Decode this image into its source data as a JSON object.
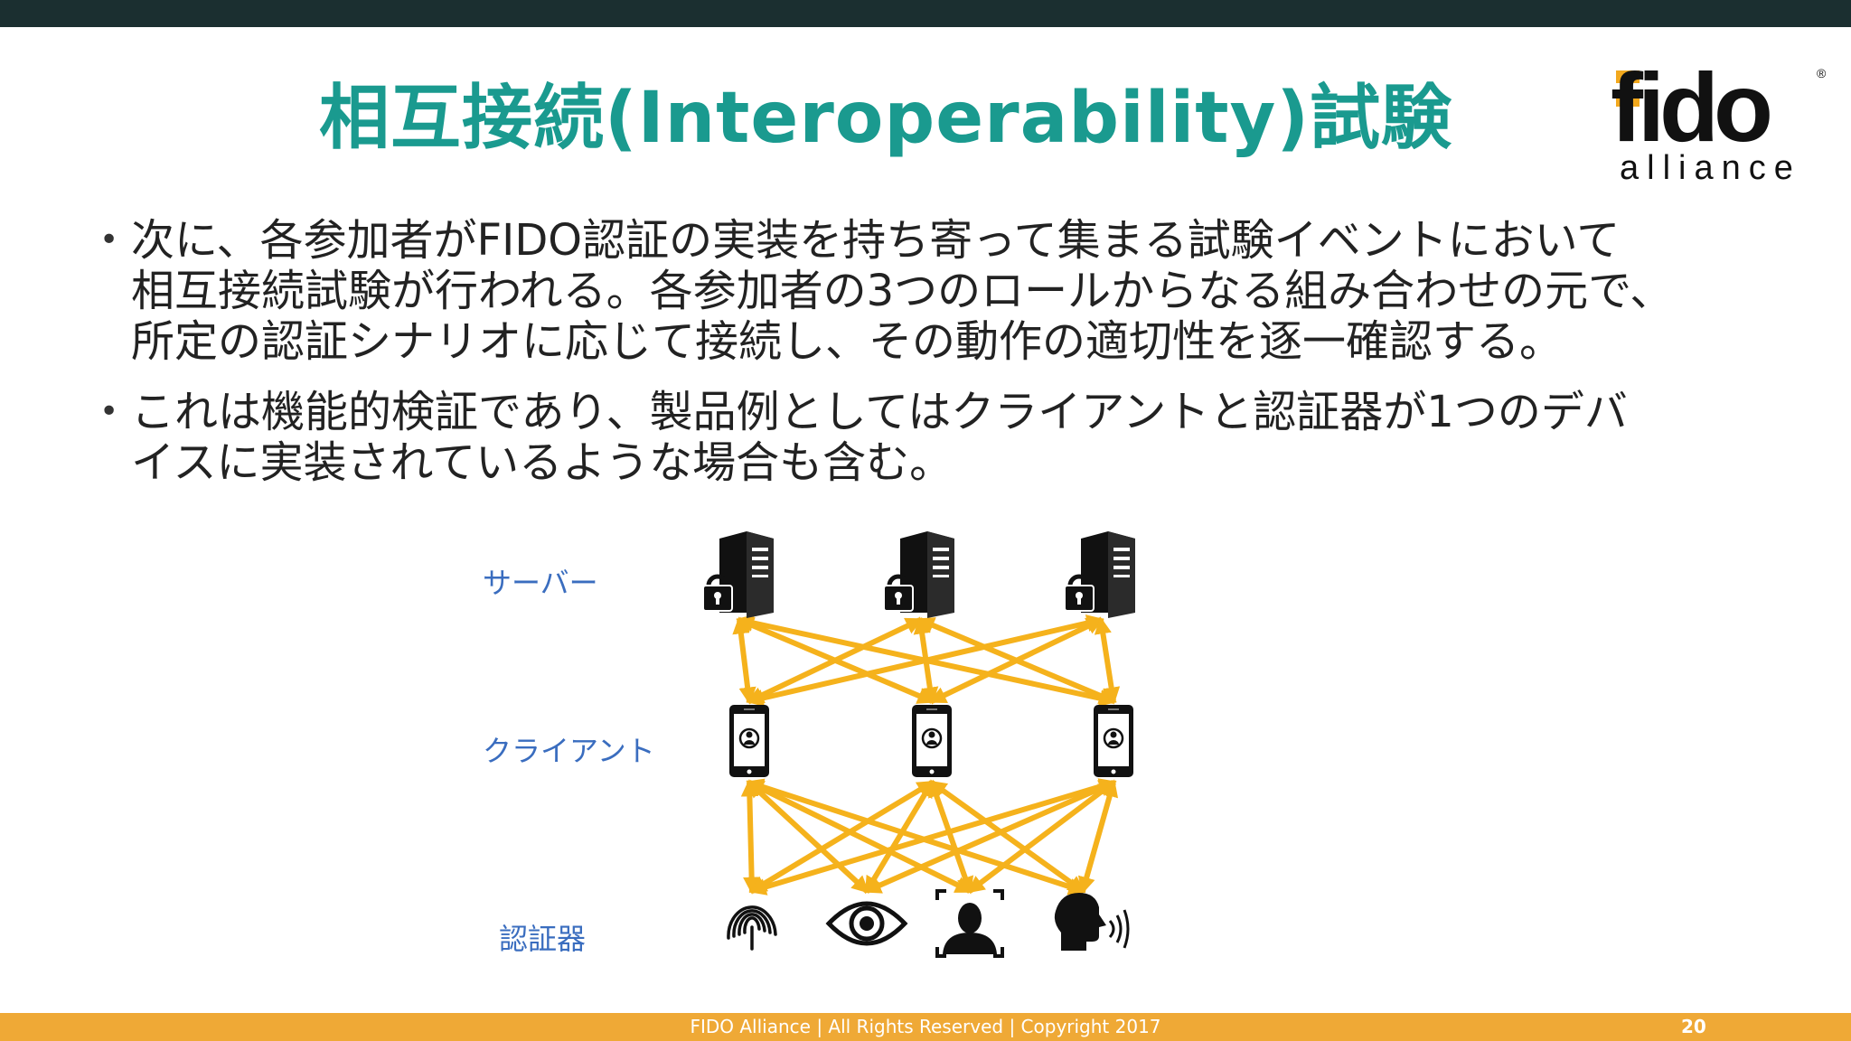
{
  "slide": {
    "title": "相互接続(Interoperability)試験",
    "bullets": [
      {
        "lines": [
          "次に、各参加者がFIDO認証の実装を持ち寄って集まる試験イベントにおいて",
          "相互接続試験が行われる。各参加者の3つのロールからなる組み合わせの元で、",
          "所定の認証シナリオに応じて接続し、その動作の適切性を逐一確認する。"
        ]
      },
      {
        "lines": [
          "これは機能的検証であり、製品例としてはクライアントと認証器が1つのデバ",
          "イスに実装されているような場合も含む。"
        ]
      }
    ]
  },
  "logo": {
    "word": "fido",
    "sub": "alliance",
    "reg": "®"
  },
  "diagram": {
    "labels": {
      "server": "サーバー",
      "client": "クライアント",
      "authenticator": "認証器"
    },
    "servers": [
      {
        "icon": "server-lock-icon"
      },
      {
        "icon": "server-lock-icon"
      },
      {
        "icon": "server-lock-icon"
      }
    ],
    "clients": [
      {
        "icon": "smartphone-icon"
      },
      {
        "icon": "smartphone-icon"
      },
      {
        "icon": "smartphone-icon"
      }
    ],
    "authenticators": [
      {
        "icon": "fingerprint-icon"
      },
      {
        "icon": "eye-icon"
      },
      {
        "icon": "face-icon"
      },
      {
        "icon": "voice-icon"
      }
    ],
    "arrow_color": "#f5b21c"
  },
  "footer": {
    "text": "FIDO Alliance | All Rights Reserved | Copyright 2017",
    "page": "20"
  },
  "colors": {
    "title": "#1a9a8f",
    "top_bar": "#1b2f30",
    "footer_bar": "#efa936",
    "label": "#3a6dbf"
  }
}
